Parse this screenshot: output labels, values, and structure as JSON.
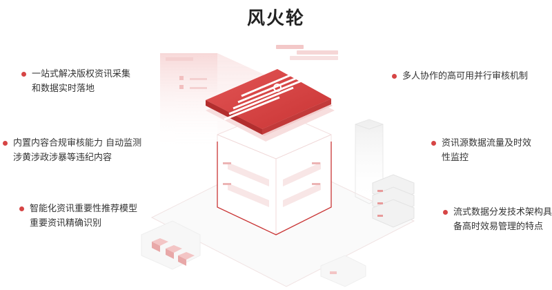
{
  "title": "风火轮",
  "accent_color": "#d64545",
  "features_left": [
    {
      "lines": [
        "一站式解决版权资讯采集",
        "和数据实时落地"
      ]
    },
    {
      "lines": [
        "内置内容合规审核能力 自动监测",
        "涉黄涉政涉暴等违纪内容"
      ]
    },
    {
      "lines": [
        "智能化资讯重要性推荐模型",
        "重要资讯精确识别"
      ]
    }
  ],
  "features_right": [
    {
      "lines": [
        "多人协作的高可用并行审核机制"
      ]
    },
    {
      "lines": [
        "资讯源数据流量及时效",
        "性监控"
      ]
    },
    {
      "lines": [
        "流式数据分发技术架构具",
        "备高时效易管理的特点"
      ]
    }
  ],
  "illustration": {
    "icons": [
      "document-icon",
      "server-rack-icon",
      "data-cube-icon",
      "browser-window-icon"
    ]
  }
}
